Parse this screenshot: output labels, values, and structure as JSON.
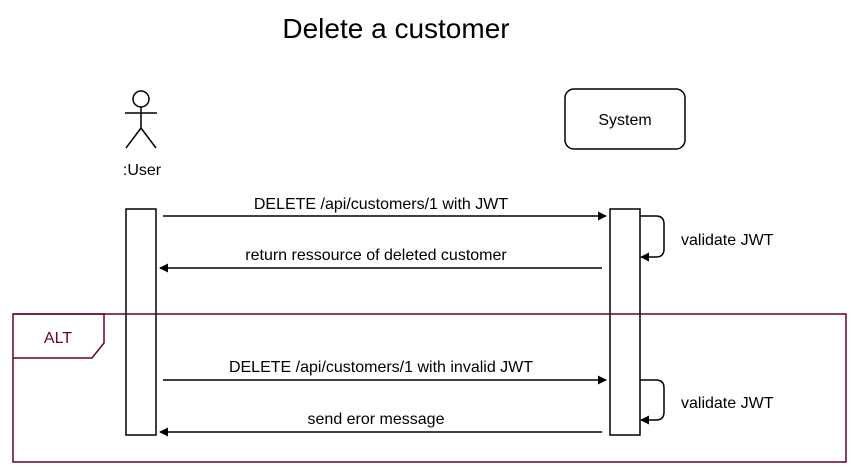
{
  "diagram": {
    "title": "Delete a customer",
    "participants": {
      "user": {
        "label": ":User",
        "icon": "stick-figure"
      },
      "system": {
        "label": "System"
      }
    },
    "messages": [
      {
        "from": "user",
        "to": "system",
        "label": "DELETE /api/customers/1 with JWT"
      },
      {
        "from": "system",
        "to": "system",
        "label": "validate JWT"
      },
      {
        "from": "system",
        "to": "user",
        "label": "return ressource of deleted customer"
      },
      {
        "from": "user",
        "to": "system",
        "label": "DELETE /api/customers/1 with invalid JWT"
      },
      {
        "from": "system",
        "to": "system",
        "label": "validate JWT"
      },
      {
        "from": "system",
        "to": "user",
        "label": "send eror message"
      }
    ],
    "fragment": {
      "label": "ALT",
      "color": "#660033"
    }
  }
}
